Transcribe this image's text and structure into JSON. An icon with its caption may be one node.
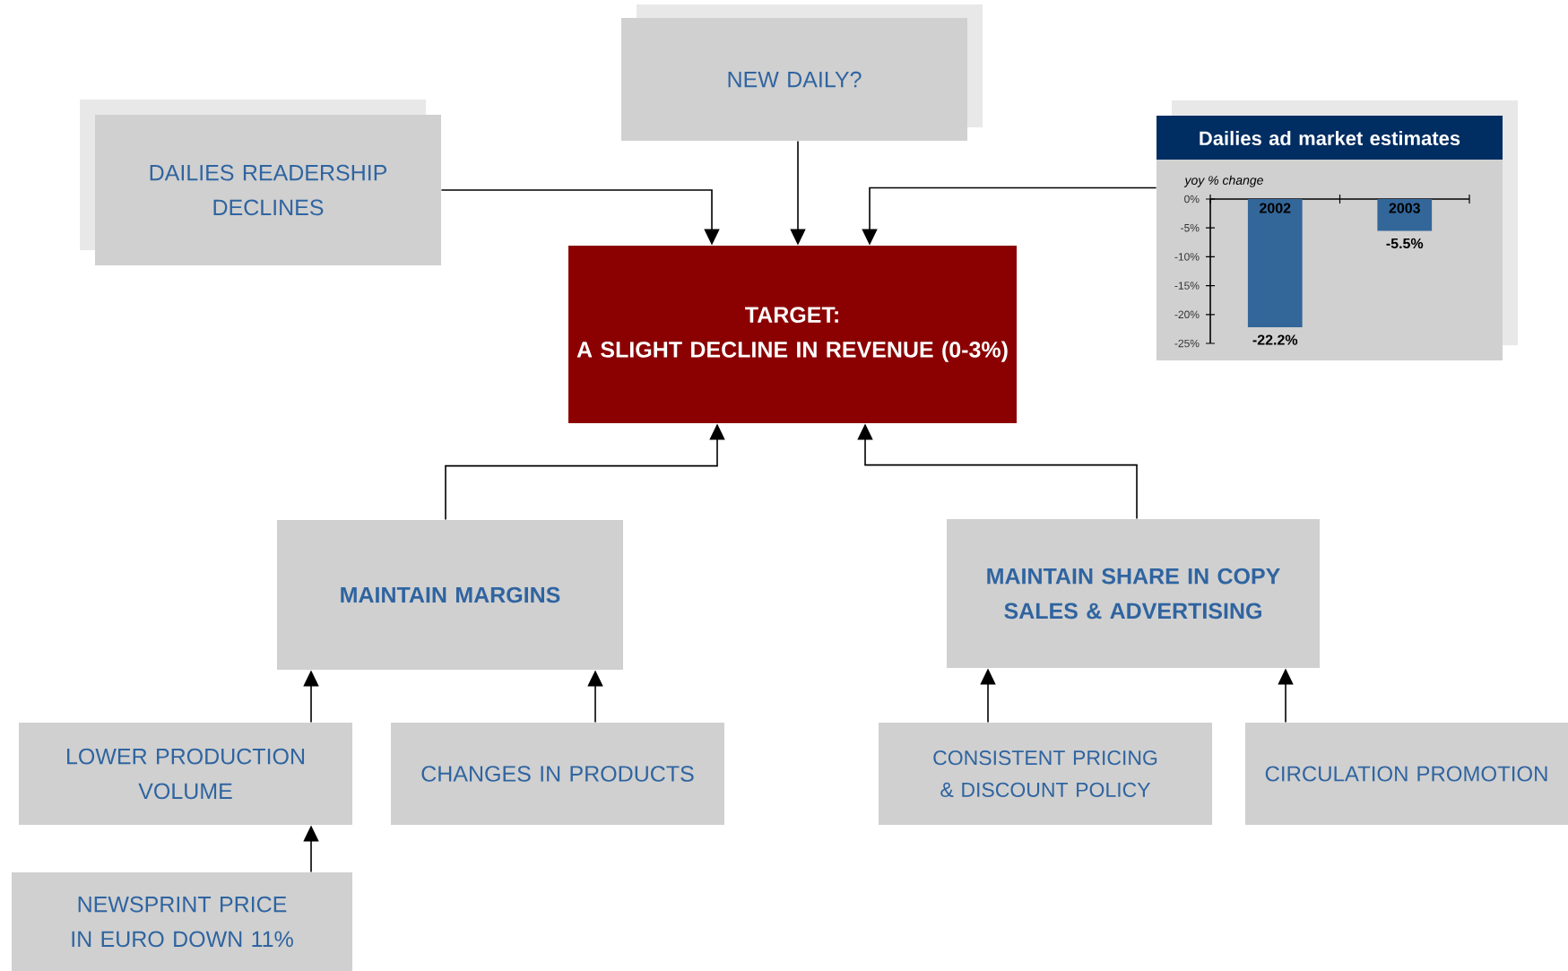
{
  "diagram": {
    "nodes": [
      {
        "text": [
          "DAILIES READERSHIP DECLINES"
        ]
      },
      {
        "text": [
          "NEW DAILY?"
        ]
      },
      {
        "text": [
          "TARGET:",
          "A SLIGHT DECLINE IN REVENUE (0-3%)"
        ]
      },
      {
        "text": [
          "Dailies ad market estimates"
        ]
      },
      {
        "text": [
          "MAINTAIN MARGINS"
        ]
      },
      {
        "text": [
          "MAINTAIN SHARE IN COPY SALES & ADVERTISING"
        ]
      },
      {
        "text": [
          "LOWER PRODUCTION VOLUME"
        ]
      },
      {
        "text": [
          "CHANGES IN PRODUCTS"
        ]
      },
      {
        "text": [
          "CONSISTENT PRICING & DISCOUNT POLICY"
        ]
      },
      {
        "text": [
          "CIRCULATION PROMOTION"
        ]
      },
      {
        "text": [
          "NEWSPRINT PRICE IN EURO DOWN 11%"
        ]
      }
    ],
    "edges": [
      {
        "from": 0,
        "to": 2,
        "arrow": "to"
      },
      {
        "from": 1,
        "to": 2,
        "arrow": "to"
      },
      {
        "from": 3,
        "to": 2,
        "arrow": "to"
      },
      {
        "from": 4,
        "to": 2,
        "arrow": "to"
      },
      {
        "from": 5,
        "to": 2,
        "arrow": "to"
      },
      {
        "from": 6,
        "to": 4,
        "arrow": "to"
      },
      {
        "from": 7,
        "to": 4,
        "arrow": "to"
      },
      {
        "from": 8,
        "to": 5,
        "arrow": "to"
      },
      {
        "from": 9,
        "to": 5,
        "arrow": "to"
      },
      {
        "from": 10,
        "to": 6,
        "arrow": "to"
      }
    ],
    "chart_data": {
      "type": "bar",
      "ylabel": "yoy % change",
      "categories": [
        "2002",
        "2003"
      ],
      "series": [
        {
          "color": "#336699",
          "values": [
            -22.2,
            -5.5
          ]
        }
      ],
      "ylim": [
        -25,
        0
      ],
      "yticks": [
        {
          "value": 0,
          "label": "0%"
        },
        {
          "value": -5,
          "label": "-5%"
        },
        {
          "value": -10,
          "label": "-10%"
        },
        {
          "value": -15,
          "label": "-15%"
        },
        {
          "value": -20,
          "label": "-20%"
        },
        {
          "value": -25,
          "label": "-25%"
        }
      ],
      "value_labels": [
        "-22.2%",
        "-5.5%"
      ]
    }
  }
}
